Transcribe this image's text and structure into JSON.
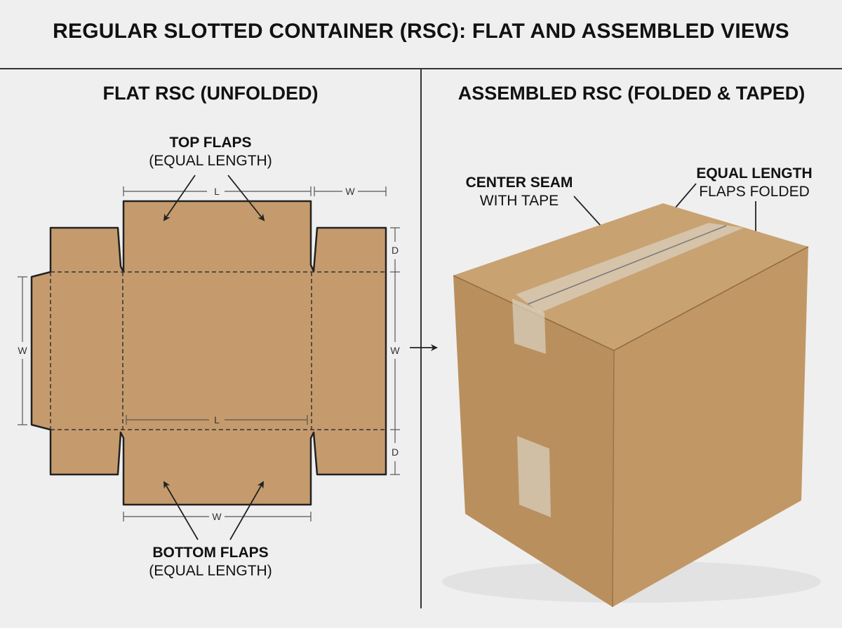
{
  "title": "REGULAR SLOTTED CONTAINER (RSC): FLAT AND ASSEMBLED VIEWS",
  "flat": {
    "heading": "FLAT RSC (UNFOLDED)",
    "top_label": {
      "bold": "TOP FLAPS",
      "normal": "(EQUAL LENGTH)"
    },
    "bottom_label": {
      "bold": "BOTTOM FLAPS",
      "normal": "(EQUAL LENGTH)"
    },
    "dims": {
      "top_l": "L",
      "top_w": "W",
      "right_d_top": "D",
      "right_w": "W",
      "right_d_bottom": "D",
      "left_w": "W",
      "inner_l": "L",
      "bottom_w": "W"
    }
  },
  "assembled": {
    "heading": "ASSEMBLED RSC (FOLDED & TAPED)",
    "seam_label": {
      "bold": "CENTER SEAM",
      "normal": "WITH TAPE"
    },
    "flaps_label": {
      "bold": "EQUAL LENGTH",
      "normal": "FLAPS FOLDED"
    }
  },
  "colors": {
    "cardboard": "#c59b6d",
    "outline": "#222222",
    "box_top": "#c9a272",
    "box_front": "#b98f5e",
    "box_side": "#c29766",
    "tape": "#d8cdbd"
  }
}
